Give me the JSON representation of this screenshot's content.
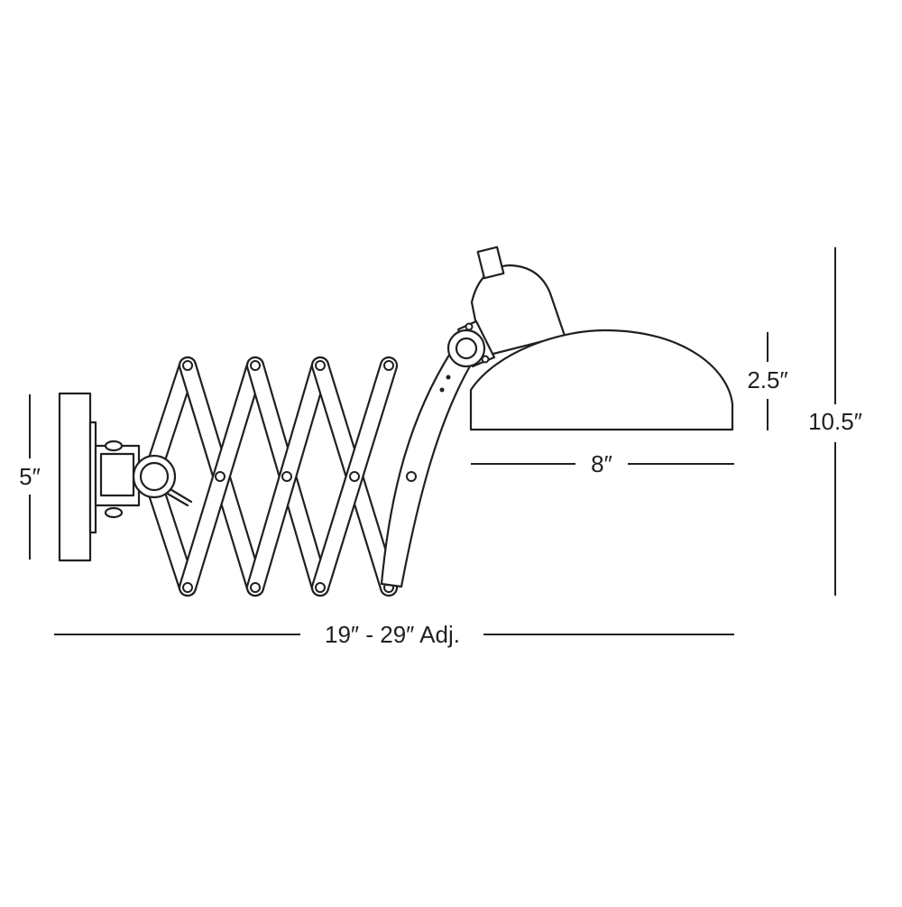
{
  "dimensions": {
    "backplate_height": "5″",
    "shade_height": "2.5″",
    "overall_height": "10.5″",
    "shade_width": "8″",
    "extension": "19″ - 29″ Adj."
  },
  "colors": {
    "line": "#231f20",
    "background": "#ffffff"
  }
}
